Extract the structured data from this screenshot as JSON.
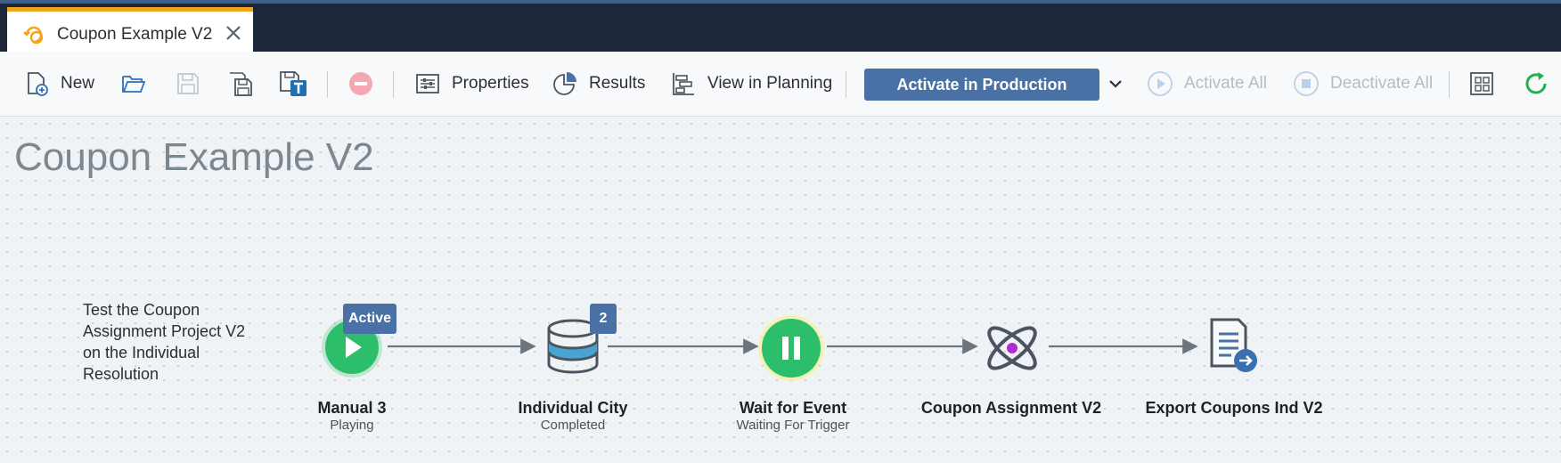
{
  "tab": {
    "title": "Coupon Example V2"
  },
  "toolbar": {
    "new_label": "New",
    "properties_label": "Properties",
    "results_label": "Results",
    "view_in_planning_label": "View in Planning",
    "activate_production_label": "Activate in Production",
    "activate_all_label": "Activate All",
    "deactivate_all_label": "Deactivate All"
  },
  "canvas": {
    "title": "Coupon Example V2",
    "description": "Test the Coupon Assignment Project V2 on the Individual Resolution"
  },
  "nodes": [
    {
      "name": "Manual 3",
      "status": "Playing",
      "badge": "Active"
    },
    {
      "name": "Individual City",
      "status": "Completed",
      "badge": "2"
    },
    {
      "name": "Wait for Event",
      "status": "Waiting For Trigger"
    },
    {
      "name": "Coupon Assignment V2"
    },
    {
      "name": "Export Coupons Ind V2"
    }
  ],
  "colors": {
    "accent": "#4a71a5",
    "tab_highlight": "#f2a51a",
    "play_green": "#2dbe6c",
    "header_dark": "#1c2839"
  }
}
